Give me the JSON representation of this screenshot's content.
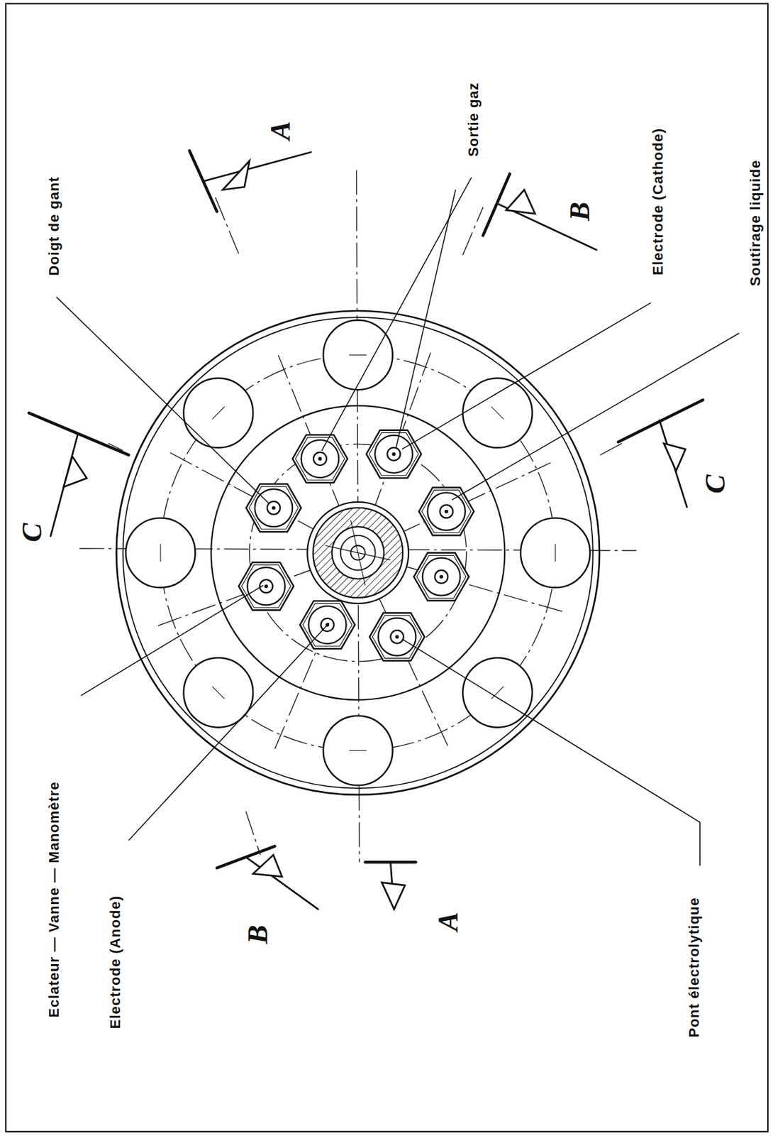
{
  "diagram": {
    "labels": [
      "Doigt de gant",
      "Sortie gaz",
      "Electrode (Cathode)",
      "Soutirage liquide",
      "Eclateur — Vanne — Manomètre",
      "Electrode (Anode)",
      "Pont électrolytique",
      "A",
      "B",
      "C",
      "C",
      "B",
      "A"
    ]
  }
}
